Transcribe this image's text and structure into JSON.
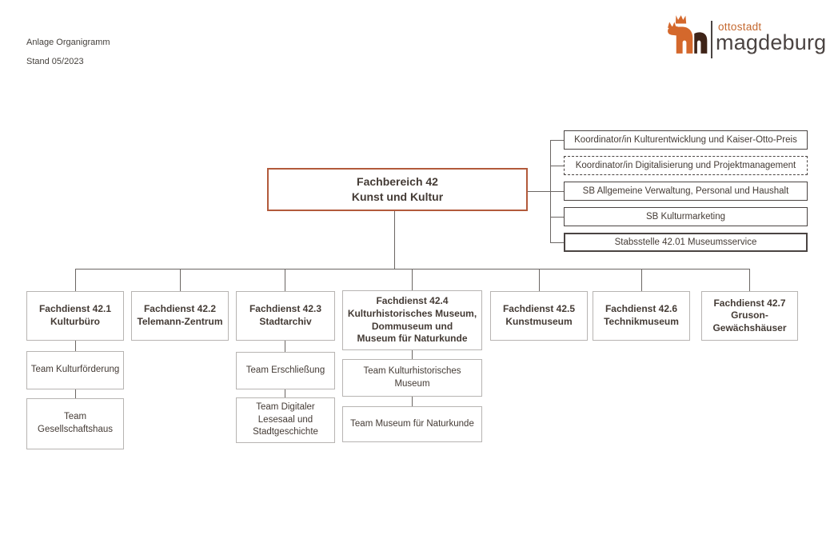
{
  "meta": {
    "line1": "Anlage Organigramm",
    "line2": "Stand 05/2023"
  },
  "logo": {
    "icon": "magdeburg-horse-icon",
    "brand_top": "ottostadt",
    "brand_bottom": "magdeburg",
    "accent_color": "#c4682f",
    "dark_color": "#4b4442"
  },
  "root": {
    "line1": "Fachbereich 42",
    "line2": "Kunst und Kultur",
    "border_color": "#b25a3b"
  },
  "staff_units": [
    {
      "label": "Koordinator/in Kulturentwicklung und Kaiser-Otto-Preis",
      "border": "solid"
    },
    {
      "label": "Koordinator/in Digitalisierung und Projektmanagement",
      "border": "dashed"
    },
    {
      "label": "SB Allgemeine Verwaltung, Personal und Haushalt",
      "border": "solid"
    },
    {
      "label": "SB Kulturmarketing",
      "border": "solid"
    },
    {
      "label": "Stabsstelle 42.01 Museumsservice",
      "border": "solid"
    }
  ],
  "departments": [
    {
      "title": "Fachdienst 42.1",
      "subtitle": "Kulturbüro",
      "teams": [
        "Team Kulturförderung",
        "Team\nGesellschaftshaus"
      ]
    },
    {
      "title": "Fachdienst 42.2",
      "subtitle": "Telemann-Zentrum",
      "teams": []
    },
    {
      "title": "Fachdienst 42.3",
      "subtitle": "Stadtarchiv",
      "teams": [
        "Team Erschließung",
        "Team Digitaler\nLesesaal und\nStadtgeschichte"
      ]
    },
    {
      "title": "Fachdienst 42.4",
      "subtitle": "Kulturhistorisches Museum,\nDommuseum und\nMuseum für Naturkunde",
      "teams": [
        "Team Kulturhistorisches\nMuseum",
        "Team Museum für Naturkunde"
      ]
    },
    {
      "title": "Fachdienst 42.5",
      "subtitle": "Kunstmuseum",
      "teams": []
    },
    {
      "title": "Fachdienst 42.6",
      "subtitle": "Technikmuseum",
      "teams": []
    },
    {
      "title": "Fachdienst 42.7",
      "subtitle": "Gruson-\nGewächshäuser",
      "teams": []
    }
  ]
}
